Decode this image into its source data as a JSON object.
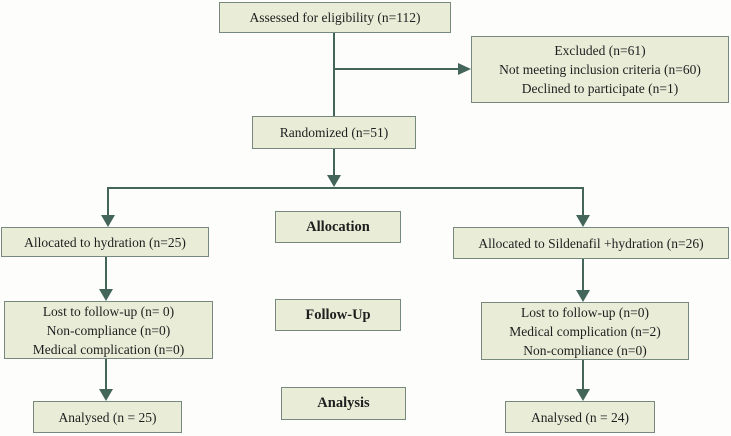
{
  "diagram_type": "consort-flow",
  "boxes": {
    "assessed": {
      "lines": [
        "Assessed for eligibility (n=112)"
      ]
    },
    "excluded": {
      "lines": [
        "Excluded (n=61)",
        "Not meeting inclusion criteria (n=60)",
        "Declined to participate (n=1)"
      ]
    },
    "randomized": {
      "lines": [
        "Randomized (n=51)"
      ]
    },
    "allocated_left": {
      "lines": [
        "Allocated to hydration (n=25)"
      ]
    },
    "allocated_right": {
      "lines": [
        "Allocated to Sildenafil +hydration (n=26)"
      ]
    },
    "followup_left": {
      "lines": [
        "Lost to follow-up (n= 0)",
        "Non-compliance (n=0)",
        "Medical complication (n=0)"
      ]
    },
    "followup_right": {
      "lines": [
        "Lost to follow-up (n=0)",
        "Medical complication (n=2)",
        "Non-compliance (n=0)"
      ]
    },
    "analysed_left": {
      "lines": [
        "Analysed (n = 25)"
      ]
    },
    "analysed_right": {
      "lines": [
        "Analysed (n = 24)"
      ]
    }
  },
  "stage_labels": {
    "allocation": "Allocation",
    "follow_up": "Follow-Up",
    "analysis": "Analysis"
  },
  "colors": {
    "background": "#fdfdfb",
    "box_fill": "#e9edd8",
    "box_border": "#76897c",
    "arrow": "#43655a",
    "text": "#1e1e1e"
  }
}
